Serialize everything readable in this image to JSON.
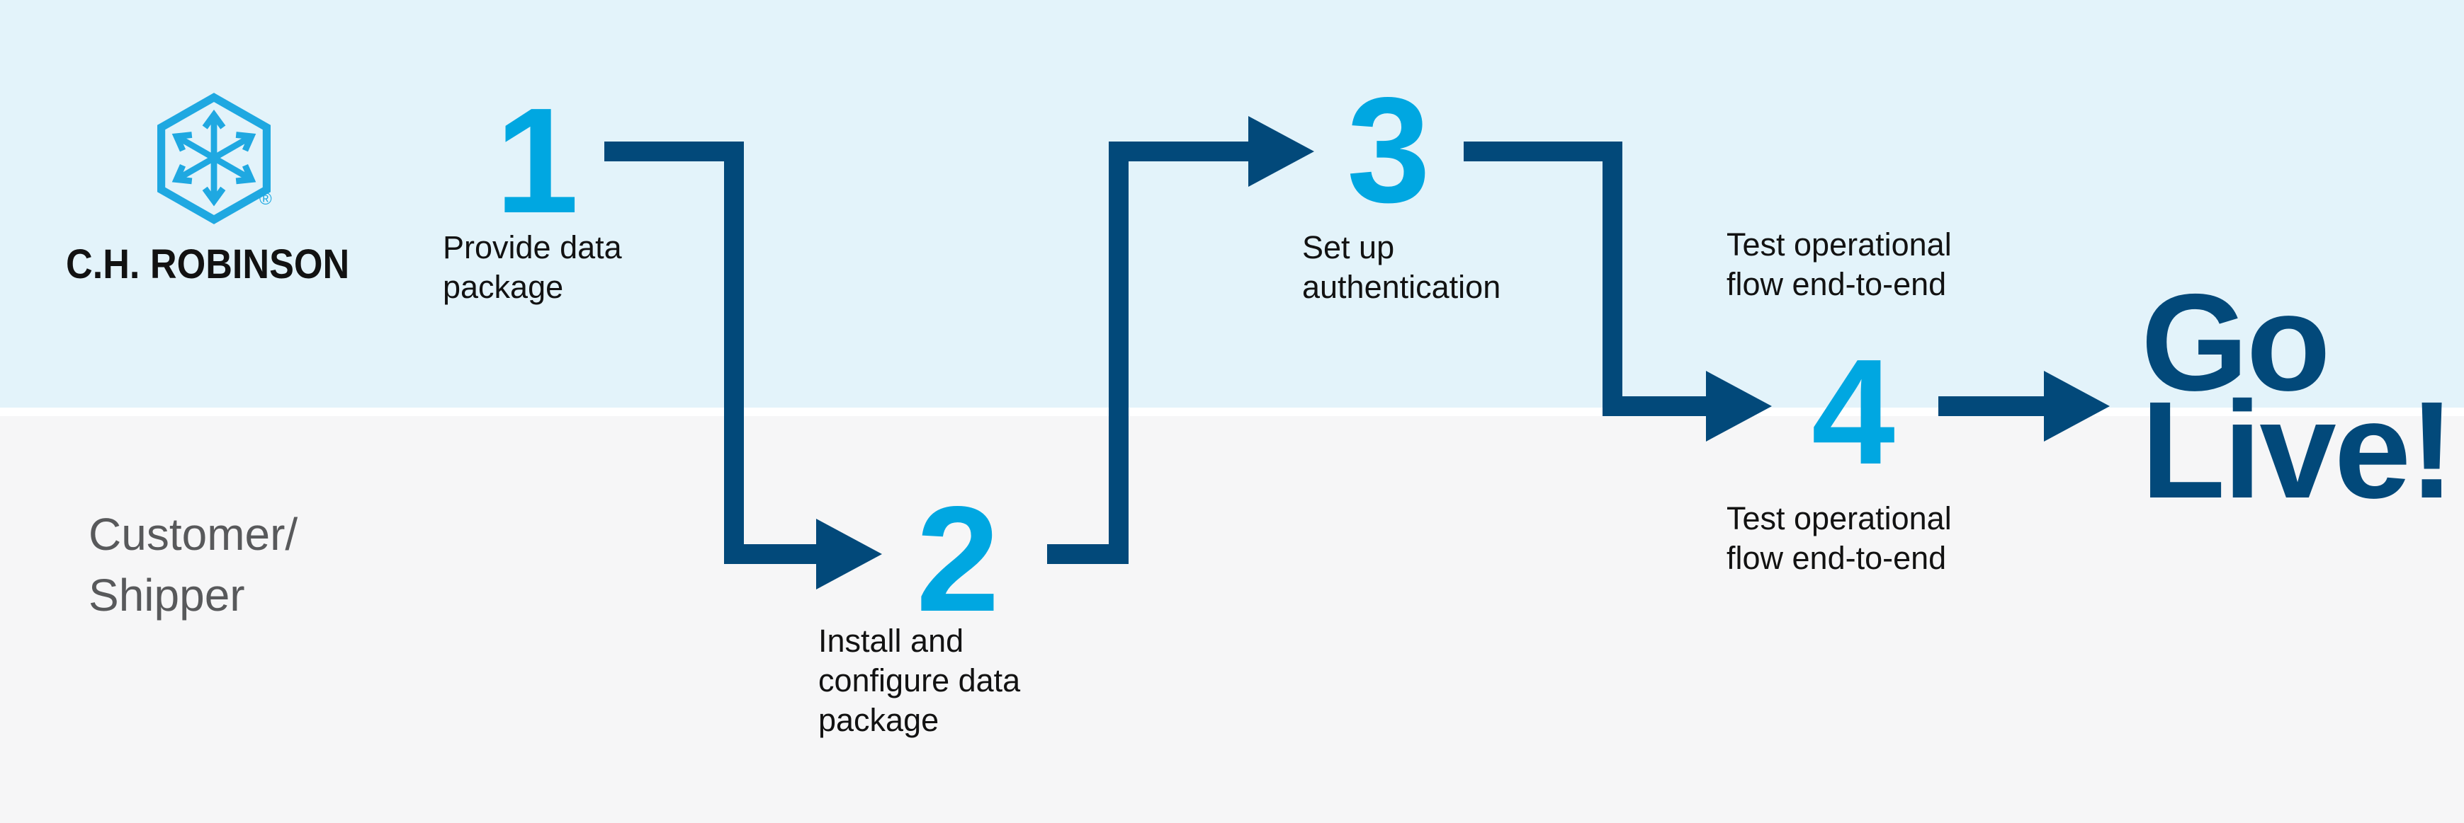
{
  "brand": {
    "wordmark": "C.H. ROBINSON",
    "registered_mark": "®"
  },
  "swimlane": {
    "customer_label": "Customer/\nShipper"
  },
  "steps": [
    {
      "number": "1",
      "label": "Provide data\npackage"
    },
    {
      "number": "2",
      "label": "Install and\nconfigure data\npackage"
    },
    {
      "number": "3",
      "label": "Set up\nauthentication"
    },
    {
      "number": "4",
      "label_above": "Test operational\nflow end-to-end",
      "label_below": "Test operational\nflow end-to-end"
    }
  ],
  "finish": {
    "label": "Go\nLive!"
  },
  "colors": {
    "top_band": "#E3F3FA",
    "bottom_band": "#F6F6F7",
    "divider": "#FFFFFF",
    "arrow_navy": "#02497A",
    "step_number_cyan": "#00A7E1",
    "logo_blue": "#1FA8E1",
    "label_ink": "#121212",
    "lane_label_gray": "#58595B"
  }
}
